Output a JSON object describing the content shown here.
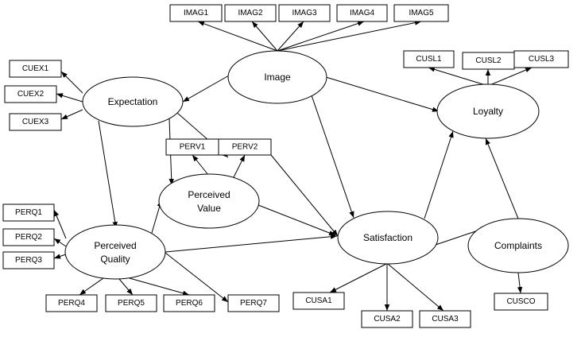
{
  "diagram": {
    "latent": {
      "image": "Image",
      "expectation": "Expectation",
      "perceived_value": [
        "Perceived",
        "Value"
      ],
      "perceived_quality": [
        "Perceived",
        "Quality"
      ],
      "satisfaction": "Satisfaction",
      "loyalty": "Loyalty",
      "complaints": "Complaints"
    },
    "indicators": {
      "imag1": "IMAG1",
      "imag2": "IMAG2",
      "imag3": "IMAG3",
      "imag4": "IMAG4",
      "imag5": "IMAG5",
      "cuex1": "CUEX1",
      "cuex2": "CUEX2",
      "cuex3": "CUEX3",
      "perv1": "PERV1",
      "perv2": "PERV2",
      "perq1": "PERQ1",
      "perq2": "PERQ2",
      "perq3": "PERQ3",
      "perq4": "PERQ4",
      "perq5": "PERQ5",
      "perq6": "PERQ6",
      "perq7": "PERQ7",
      "cusa1": "CUSA1",
      "cusa2": "CUSA2",
      "cusa3": "CUSA3",
      "cusl1": "CUSL1",
      "cusl2": "CUSL2",
      "cusl3": "CUSL3",
      "cusco": "CUSCO"
    }
  }
}
